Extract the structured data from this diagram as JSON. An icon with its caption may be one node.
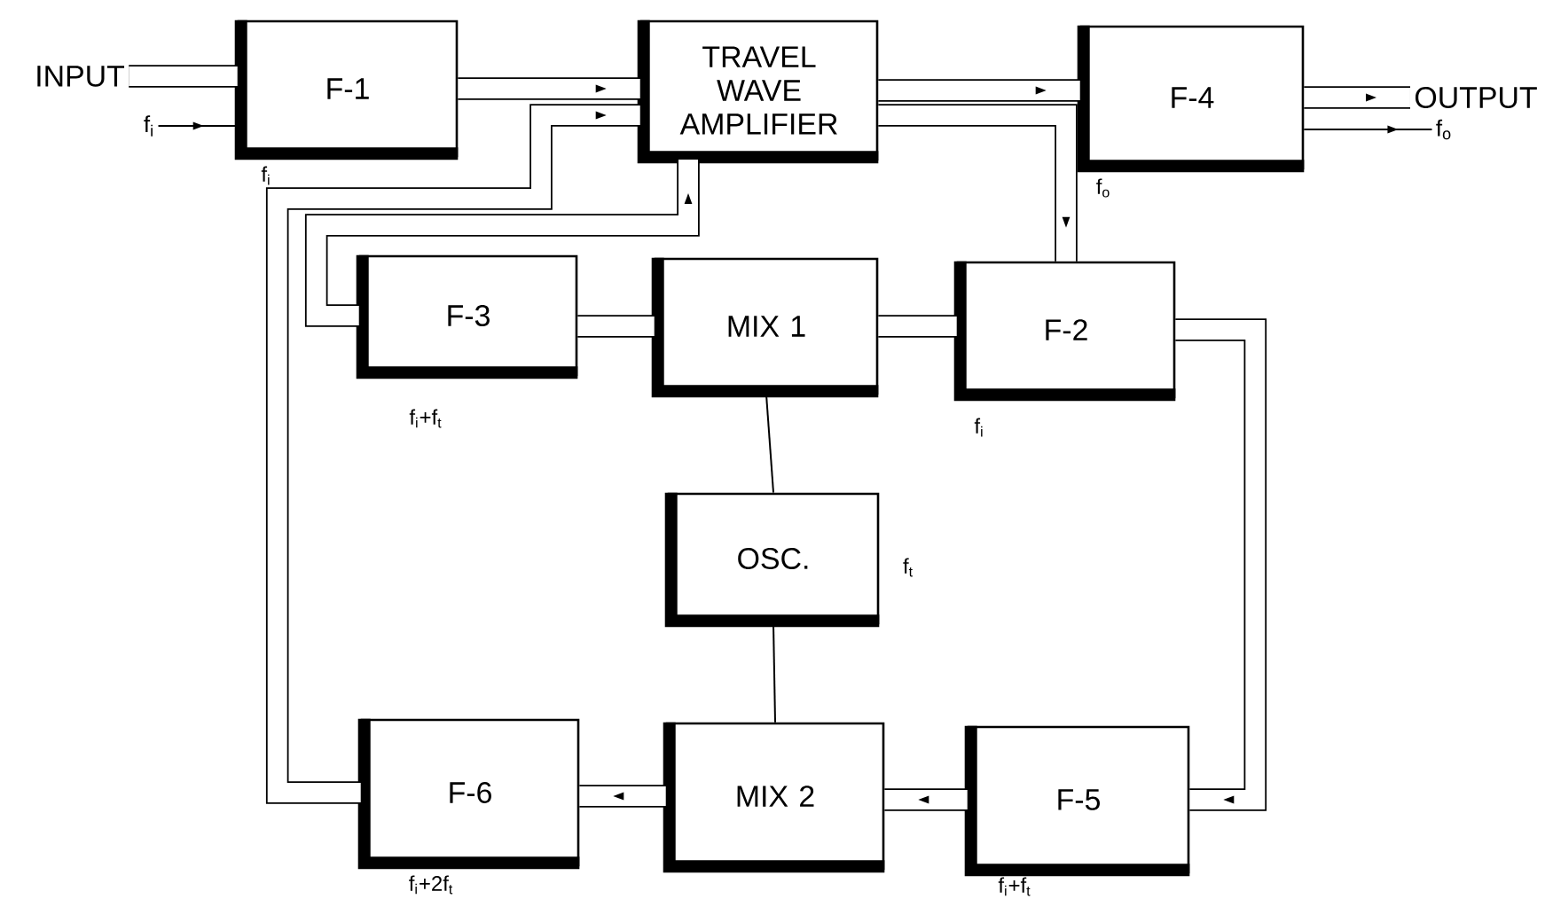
{
  "diagram": {
    "nodes": [
      {
        "text": [
          "F-1"
        ],
        "beside": [
          "f$_{i}$"
        ]
      },
      {
        "text": [
          "TRAVEL WAVE AMPLIFIER"
        ]
      },
      {
        "text": [
          "F-4"
        ],
        "beside": [
          "f$_{o}$"
        ]
      },
      {
        "text": [
          "F-3"
        ],
        "beside": [
          "f$_{i}$+f$_{t}$"
        ]
      },
      {
        "text": [
          "MIX 1"
        ]
      },
      {
        "text": [
          "F-2"
        ],
        "beside": [
          "f$_{i}$"
        ]
      },
      {
        "text": [
          "OSC."
        ],
        "beside": [
          "f$_{t}$"
        ]
      },
      {
        "text": [
          "F-6"
        ],
        "beside": [
          "f$_{i}$+2f$_{t}$"
        ]
      },
      {
        "text": [
          "MIX 2"
        ]
      },
      {
        "text": [
          "F-5"
        ],
        "beside": [
          "f$_{i}$+f$_{t}$"
        ]
      },
      {
        "text": [
          "INPUT"
        ]
      },
      {
        "text": [
          "OUTPUT"
        ]
      },
      {
        "text": [
          "f$_{i}$"
        ]
      },
      {
        "text": [
          "f$_{o}$"
        ]
      }
    ],
    "edges": [
      {
        "from": 10,
        "to": 0,
        "arrow": "none"
      },
      {
        "from": 12,
        "to": 0,
        "arrow": "to"
      },
      {
        "from": 0,
        "to": 1,
        "arrow": "to"
      },
      {
        "from": 1,
        "to": 2,
        "arrow": "to"
      },
      {
        "from": 1,
        "to": 5,
        "arrow": "to"
      },
      {
        "from": 2,
        "to": 11,
        "arrow": "to"
      },
      {
        "from": 2,
        "to": 13,
        "arrow": "to"
      },
      {
        "from": 5,
        "to": 9,
        "arrow": "to"
      },
      {
        "from": 9,
        "to": 8,
        "arrow": "to"
      },
      {
        "from": 8,
        "to": 7,
        "arrow": "to"
      },
      {
        "from": 7,
        "to": 1,
        "arrow": "to"
      },
      {
        "from": 3,
        "to": 1,
        "arrow": "to"
      },
      {
        "from": 4,
        "to": 3,
        "arrow": "none"
      },
      {
        "from": 4,
        "to": 5,
        "arrow": "none"
      },
      {
        "from": 4,
        "to": 6,
        "arrow": "none"
      },
      {
        "from": 6,
        "to": 8,
        "arrow": "none"
      }
    ]
  }
}
